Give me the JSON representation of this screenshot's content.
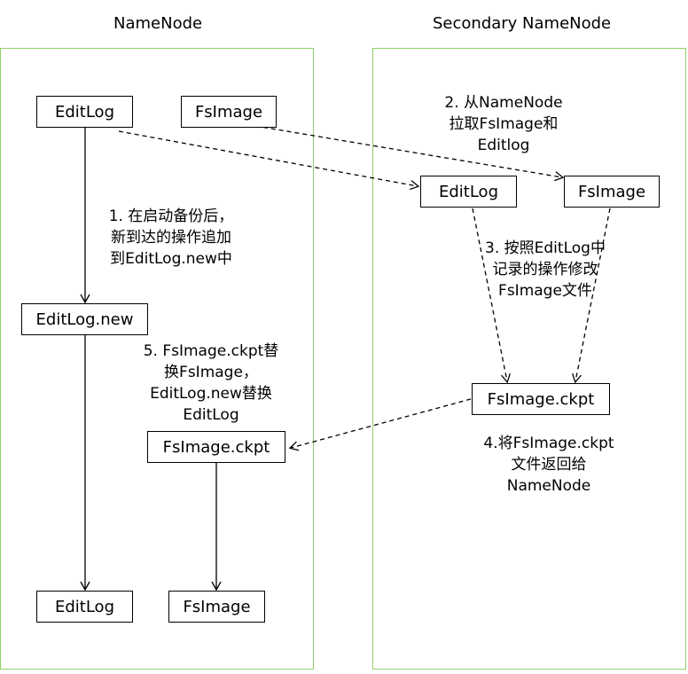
{
  "columns": {
    "left_title": "NameNode",
    "right_title": "Secondary NameNode"
  },
  "boxes": {
    "nn_editlog": "EditLog",
    "nn_fsimage": "FsImage",
    "nn_editlog_new": "EditLog.new",
    "nn_fsimage_ckpt": "FsImage.ckpt",
    "nn_editlog_bottom": "EditLog",
    "nn_fsimage_bottom": "FsImage",
    "snn_editlog": "EditLog",
    "snn_fsimage": "FsImage",
    "snn_fsimage_ckpt": "FsImage.ckpt"
  },
  "notes": {
    "step1": [
      "1. 在启动备份后，",
      "新到达的操作追加",
      "到EditLog.new中"
    ],
    "step2": [
      "2. 从NameNode",
      "拉取FsImage和",
      "Editlog"
    ],
    "step3": [
      "3. 按照EditLog中",
      "记录的操作修改",
      "FsImage文件"
    ],
    "step4": [
      "4.将FsImage.ckpt",
      "文件返回给",
      "NameNode"
    ],
    "step5": [
      "5. FsImage.ckpt替",
      "换FsImage，",
      "EditLog.new替换",
      "EditLog"
    ]
  },
  "colors": {
    "panel_border": "#8fd16a",
    "stroke": "#000000"
  }
}
